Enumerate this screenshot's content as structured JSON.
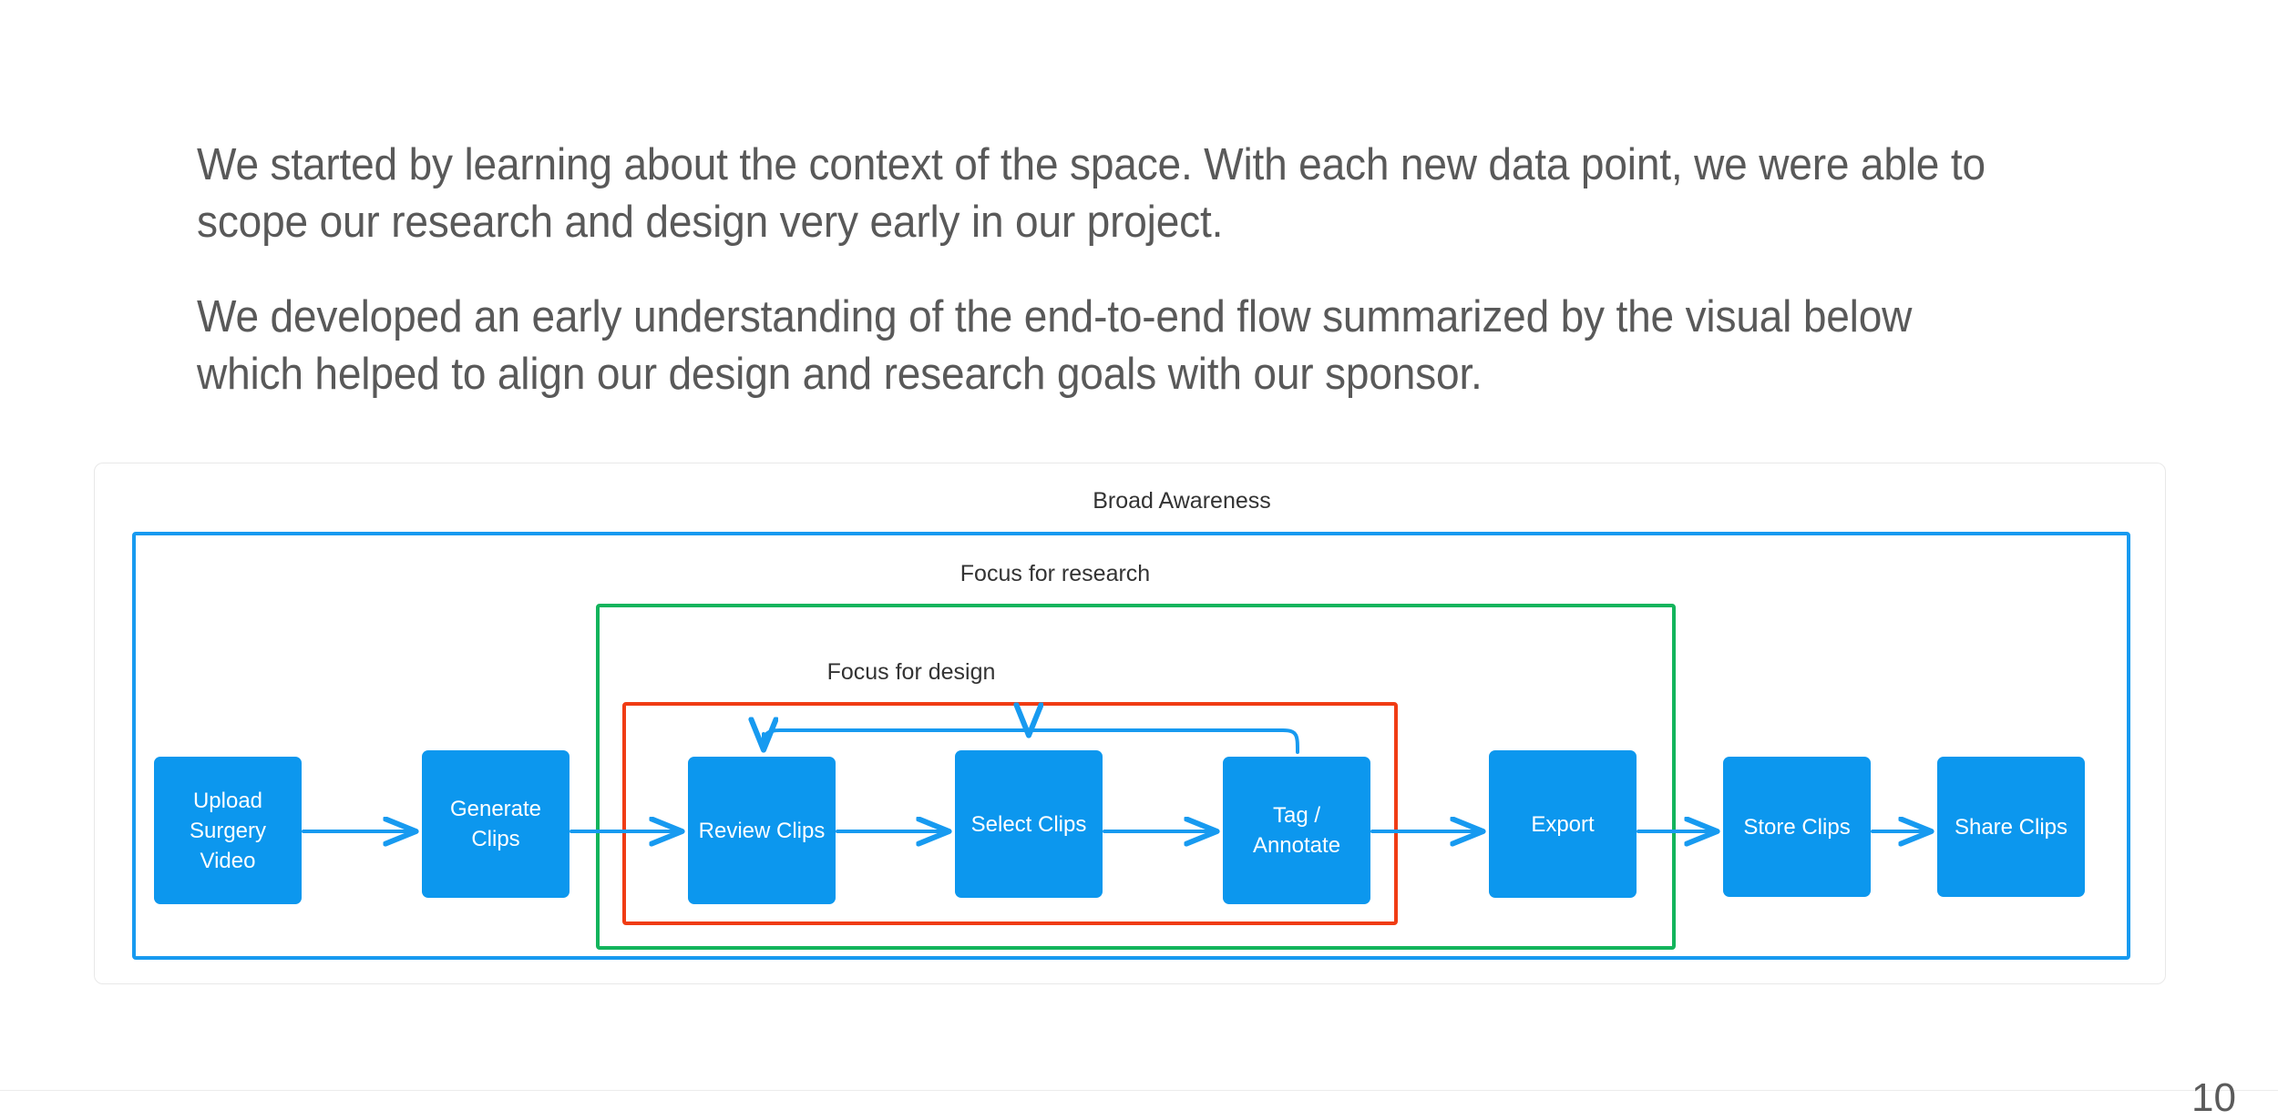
{
  "slide": {
    "page_number": "10",
    "paragraphs": [
      "We started by learning about the context of the space. With each new data point, we were able to scope our research and design very early in our project.",
      "We developed an early understanding of the end-to-end flow summarized by the visual below which helped to align our design and research goals with our sponsor."
    ]
  },
  "diagram": {
    "type": "flowchart",
    "scopes": [
      {
        "id": "broad",
        "label": "Broad Awareness",
        "color": "#179AF0",
        "covers": [
          "upload",
          "generate",
          "review",
          "select",
          "tag",
          "export",
          "store",
          "share"
        ]
      },
      {
        "id": "research",
        "label": "Focus for research",
        "color": "#13B45C",
        "covers": [
          "review",
          "select",
          "tag",
          "export"
        ]
      },
      {
        "id": "design",
        "label": "Focus for design",
        "color": "#F03C14",
        "covers": [
          "review",
          "select",
          "tag"
        ]
      }
    ],
    "node_color": "#0C97EE",
    "node_text_color": "#FFFFFF",
    "nodes": [
      {
        "id": "upload",
        "label": "Upload Surgery Video"
      },
      {
        "id": "generate",
        "label": "Generate Clips"
      },
      {
        "id": "review",
        "label": "Review Clips"
      },
      {
        "id": "select",
        "label": "Select Clips"
      },
      {
        "id": "tag",
        "label": "Tag / Annotate"
      },
      {
        "id": "export",
        "label": "Export"
      },
      {
        "id": "store",
        "label": "Store Clips"
      },
      {
        "id": "share",
        "label": "Share Clips"
      }
    ],
    "edges": [
      {
        "from": "upload",
        "to": "generate",
        "kind": "straight"
      },
      {
        "from": "generate",
        "to": "review",
        "kind": "straight"
      },
      {
        "from": "review",
        "to": "select",
        "kind": "straight"
      },
      {
        "from": "select",
        "to": "tag",
        "kind": "straight"
      },
      {
        "from": "tag",
        "to": "export",
        "kind": "straight"
      },
      {
        "from": "export",
        "to": "store",
        "kind": "straight"
      },
      {
        "from": "store",
        "to": "share",
        "kind": "straight"
      },
      {
        "from": "tag",
        "to": "review",
        "kind": "feedback-loop"
      },
      {
        "from": "tag",
        "to": "select",
        "kind": "feedback-loop"
      }
    ],
    "arrow_color": "#179AF0"
  }
}
